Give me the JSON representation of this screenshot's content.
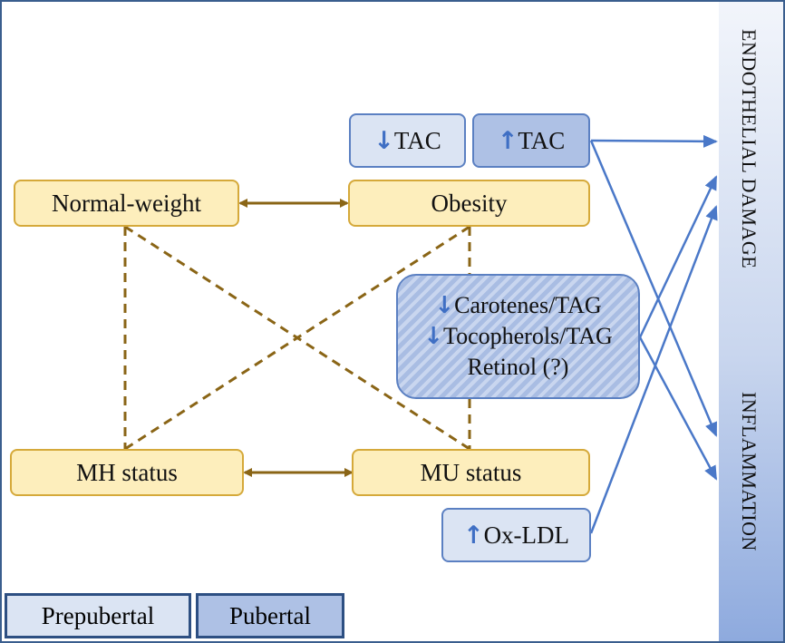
{
  "nodes": {
    "normal_weight": "Normal-weight",
    "obesity": "Obesity",
    "mh_status": "MH status",
    "mu_status": "MU status",
    "tac_down": "TAC",
    "tac_up": "TAC",
    "ox_ldl": "Ox-LDL",
    "carotenes": "Carotenes/TAG",
    "tocopherols": "Tocopherols/TAG",
    "retinol": "Retinol (?)"
  },
  "glyphs": {
    "down": "↓",
    "up": "↑"
  },
  "outcomes": {
    "endothelial_damage": "ENDOTHELIAL DAMAGE",
    "inflammation": "INFLAMMATION"
  },
  "legend": {
    "prepubertal": "Prepubertal",
    "pubertal": "Pubertal"
  },
  "colors": {
    "yellow_fill": "#fdeebc",
    "yellow_border": "#d5a93a",
    "brown_line": "#8a6516",
    "blue_line": "#4a78c8",
    "prepubertal_fill": "#dbe4f3",
    "pubertal_fill": "#aec1e5"
  }
}
